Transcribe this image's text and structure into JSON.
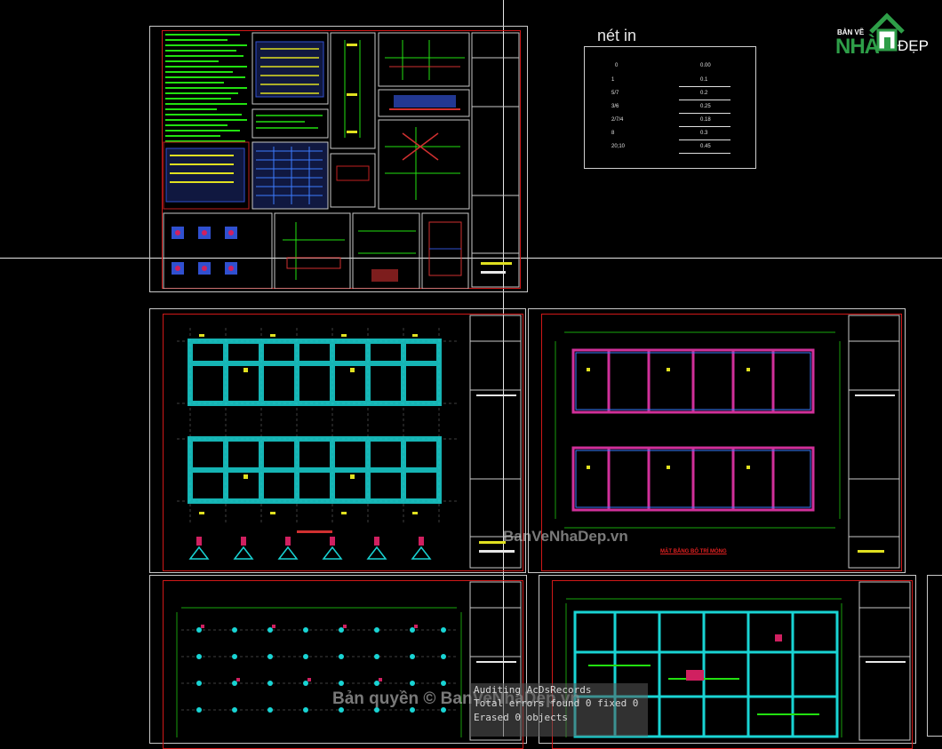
{
  "legend": {
    "title": "nét in",
    "rows": [
      {
        "key": "0",
        "value": "0.00"
      },
      {
        "key": "1",
        "value": "0.1"
      },
      {
        "key": "5/7",
        "value": "0.2"
      },
      {
        "key": "3/6",
        "value": "0.25"
      },
      {
        "key": "2/7/4",
        "value": "0.18"
      },
      {
        "key": "8",
        "value": "0.3"
      },
      {
        "key": "20;10",
        "value": "0.45"
      }
    ]
  },
  "logo": {
    "top_text": "BẢN VẼ",
    "main_text": "NHÀ",
    "side_text": "ĐẸP",
    "brand_color": "#2e9e48"
  },
  "sheets": {
    "sheet2_title": "MẶT BẰNG BỐ TRÍ MÓNG"
  },
  "watermarks": {
    "center": "BanVeNhaDep.vn",
    "copyright": "Bản quyền © BanVeNhaDep.vn"
  },
  "console": {
    "lines": [
      "Auditing AcDsRecords",
      "Total errors found 0 fixed 0",
      "Erased 0 objects"
    ]
  },
  "colors": {
    "background": "#000000",
    "frame_red": "#d01818",
    "rebar_cyan": "#19d4d4",
    "beam_magenta": "#d0309a",
    "text_green": "#22e010"
  }
}
